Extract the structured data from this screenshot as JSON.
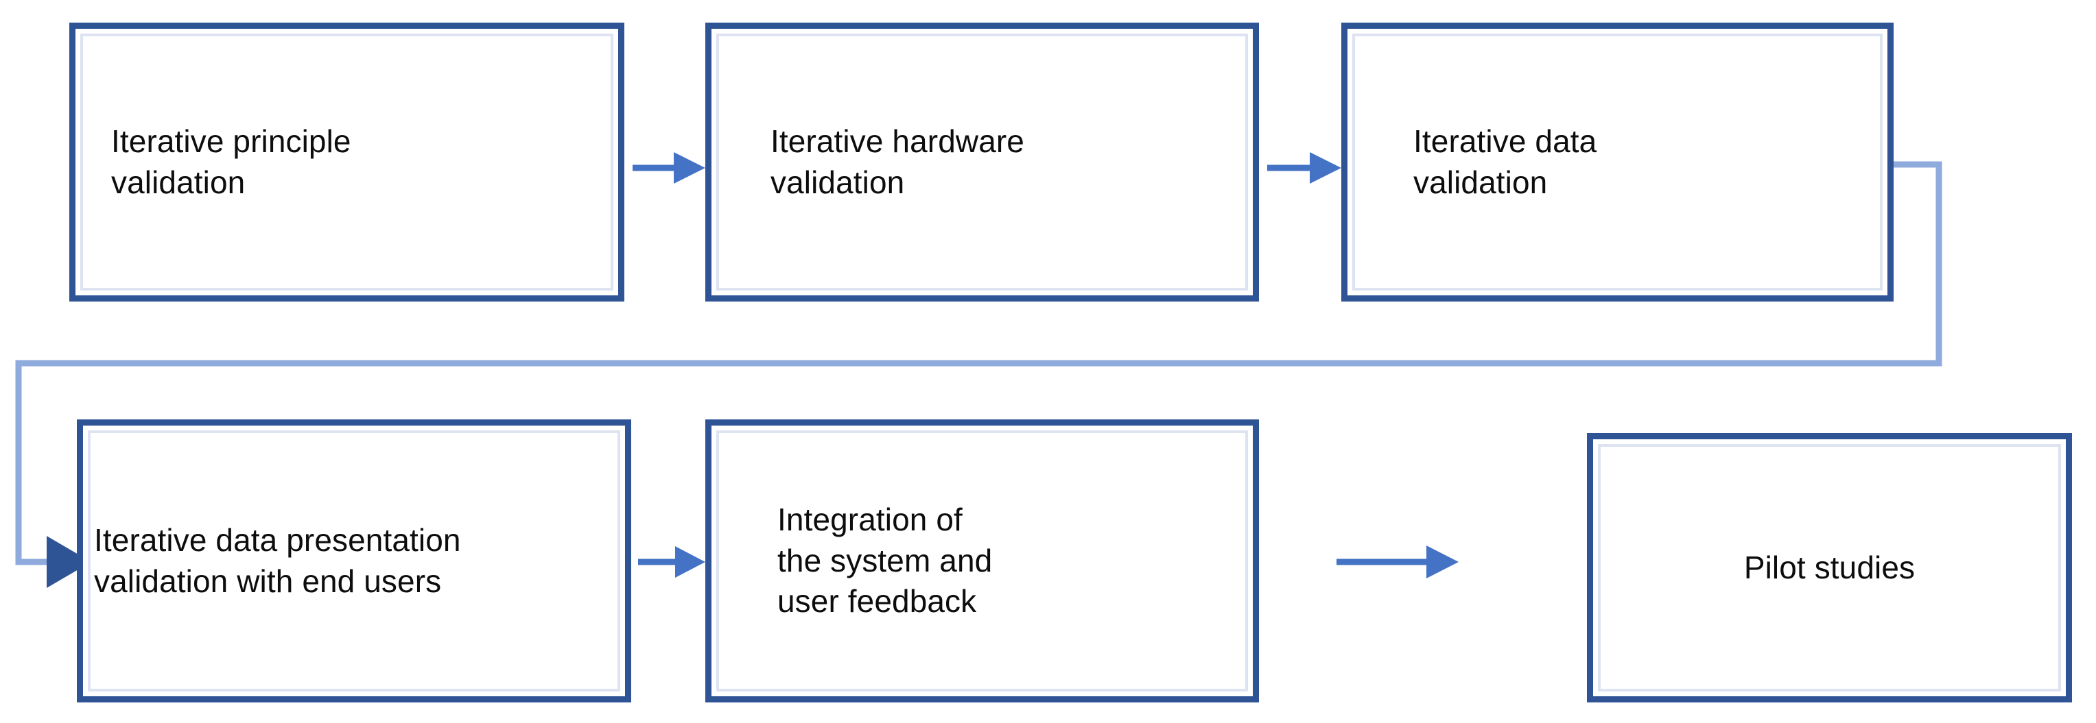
{
  "diagram": {
    "title": "Iterative validation and integration process flowchart",
    "colors": {
      "box_border": "#2F5496",
      "box_inner_highlight": "#DDE3F0",
      "box_fill": "#FFFFFF",
      "arrow": "#4472C4",
      "feedback_line": "#8FAADC",
      "text": "#0D0D0D",
      "background": "#FFFFFF"
    },
    "nodes": [
      {
        "id": "principle",
        "label": "Iterative principle\nvalidation",
        "row": 1,
        "order": 1,
        "align": "left"
      },
      {
        "id": "hardware",
        "label": "Iterative hardware\nvalidation",
        "row": 1,
        "order": 2,
        "align": "left"
      },
      {
        "id": "data",
        "label": "Iterative data\nvalidation",
        "row": 1,
        "order": 3,
        "align": "left"
      },
      {
        "id": "presentation",
        "label": "Iterative data presentation\nvalidation with end users",
        "row": 2,
        "order": 1,
        "align": "left"
      },
      {
        "id": "integration",
        "label": "Integration of\nthe system and\nuser feedback",
        "row": 2,
        "order": 2,
        "align": "left"
      },
      {
        "id": "pilot",
        "label": "Pilot studies",
        "row": 2,
        "order": 3,
        "align": "center"
      }
    ],
    "edges": [
      {
        "id": "edge-1",
        "from": "principle",
        "to": "hardware",
        "kind": "arrow",
        "style": "short-straight"
      },
      {
        "id": "edge-2",
        "from": "hardware",
        "to": "data",
        "kind": "arrow",
        "style": "short-straight"
      },
      {
        "id": "edge-3",
        "from": "presentation",
        "to": "integration",
        "kind": "arrow",
        "style": "short-straight"
      },
      {
        "id": "edge-4",
        "from": "integration",
        "to": "pilot",
        "kind": "arrow",
        "style": "long-straight"
      },
      {
        "id": "edge-5",
        "from": "data",
        "to": "presentation",
        "kind": "arrow",
        "style": "orthogonal-wraparound"
      }
    ]
  }
}
